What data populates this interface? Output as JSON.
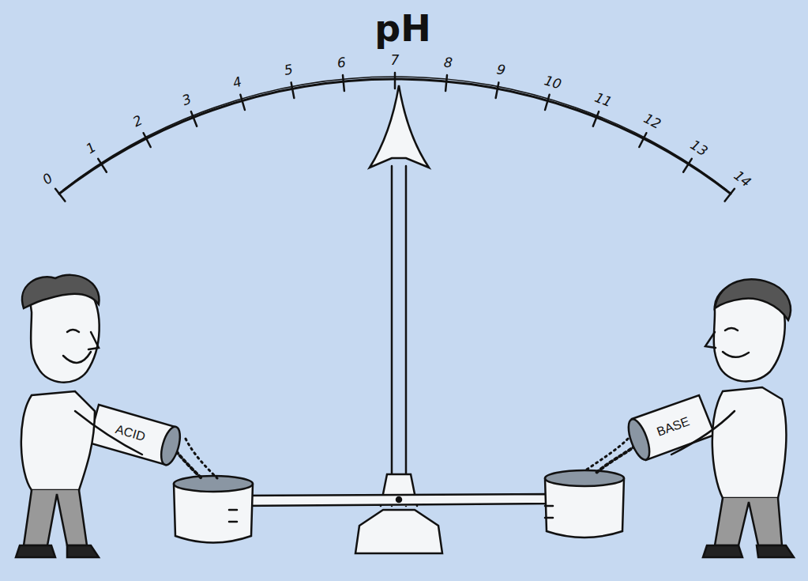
{
  "diagram": {
    "title": "pH",
    "labels": [
      "0",
      "1",
      "2",
      "3",
      "4",
      "5",
      "6",
      "7",
      "8",
      "9",
      "10",
      "11",
      "12",
      "13",
      "14",
      "ACID",
      "BASE"
    ]
  }
}
